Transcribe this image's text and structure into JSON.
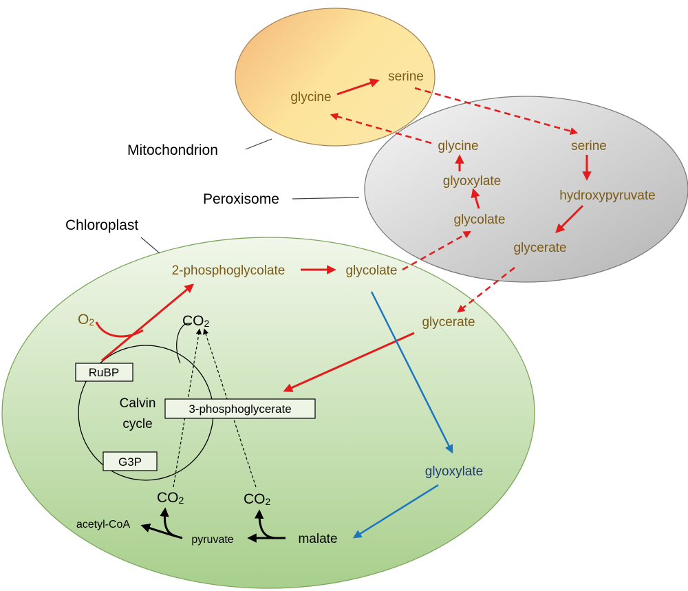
{
  "organelles": {
    "mitochondrion": "Mitochondrion",
    "peroxisome": "Peroxisome",
    "chloroplast": "Chloroplast"
  },
  "mitochondrion": {
    "glycine": "glycine",
    "serine": "serine"
  },
  "peroxisome": {
    "glycine": "glycine",
    "glyoxylate": "glyoxylate",
    "glycolate": "glycolate",
    "serine": "serine",
    "hydroxypyruvate": "hydroxypyruvate",
    "glycerate": "glycerate"
  },
  "chloroplast": {
    "phosphoglycolate": "2-phosphoglycolate",
    "glycolate": "glycolate",
    "glycerate": "glycerate",
    "glyoxylate": "glyoxylate",
    "o2": "O",
    "o2_sub": "2",
    "co2": "CO",
    "co2_sub": "2",
    "rubp": "RuBP",
    "calvin_line1": "Calvin",
    "calvin_line2": "cycle",
    "phosphoglycerate": "3-phosphoglycerate",
    "g3p": "G3P",
    "acetyl_coa": "acetyl-CoA",
    "pyruvate": "pyruvate",
    "malate": "malate"
  },
  "colors": {
    "mitochondrion_fill": [
      "#f3b57a",
      "#fde49a"
    ],
    "peroxisome_fill": [
      "#f4f4f4",
      "#bdbdbd"
    ],
    "chloroplast_fill": [
      "#eef5e6",
      "#a9d08e"
    ],
    "red_arrow": "#e31b1b",
    "blue_arrow": "#1b75c0",
    "metabolite_text": "#7a5a16"
  }
}
